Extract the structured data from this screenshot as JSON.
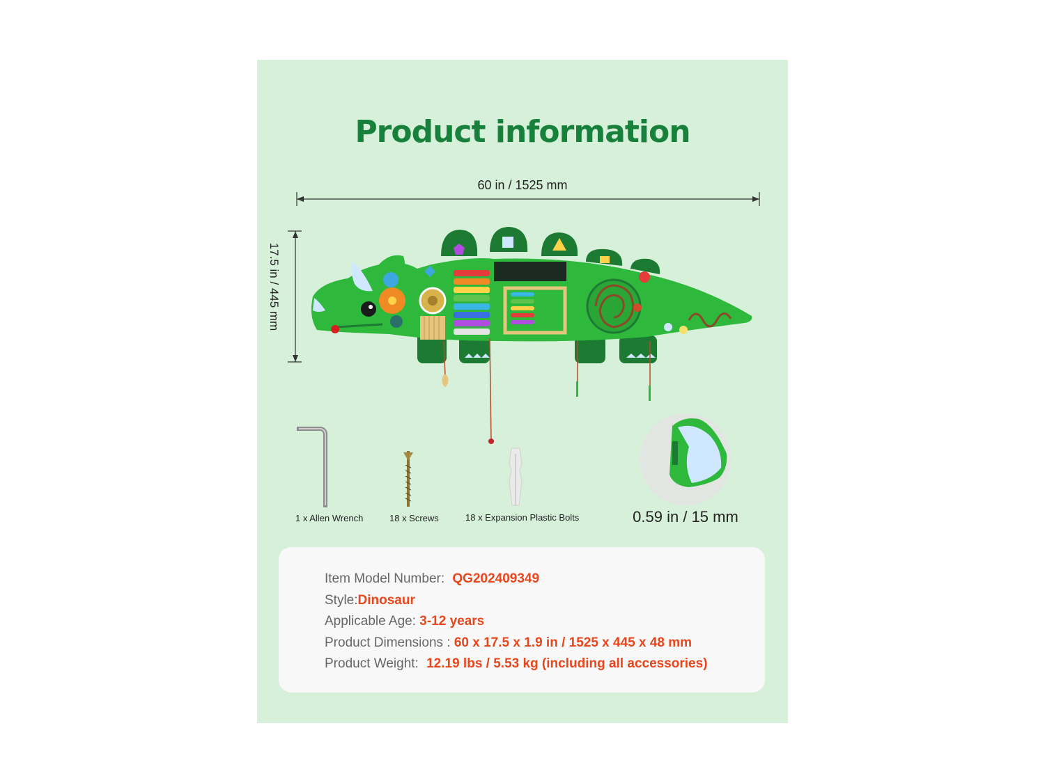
{
  "title": "Product information",
  "dimensions": {
    "width_label": "60 in / 1525 mm",
    "height_label": "17.5 in / 445 mm",
    "thickness_label": "0.59 in / 15 mm"
  },
  "accessories": [
    {
      "label": "1 x Allen Wrench",
      "icon": "allen-wrench-icon"
    },
    {
      "label": "18 x Screws",
      "icon": "screw-icon"
    },
    {
      "label": "18 x Expansion Plastic Bolts",
      "icon": "plastic-bolt-icon"
    }
  ],
  "specs": {
    "model": {
      "label": "Item Model Number:",
      "value": "QG202409349"
    },
    "style": {
      "label": "Style:",
      "value": "Dinosaur"
    },
    "age": {
      "label": "Applicable Age:",
      "value": "3-12 years"
    },
    "dimensions": {
      "label": "Product Dimensions :",
      "value": "60 x 17.5 x 1.9 in / 1525 x 445 x 48 mm"
    },
    "weight": {
      "label": "Product Weight:",
      "value": "12.19 lbs / 5.53 kg (including all accessories)"
    }
  },
  "colors": {
    "background": "#d6f0d9",
    "title": "#17803a",
    "dino_green": "#2eb83c",
    "highlight": "#e8461c"
  }
}
